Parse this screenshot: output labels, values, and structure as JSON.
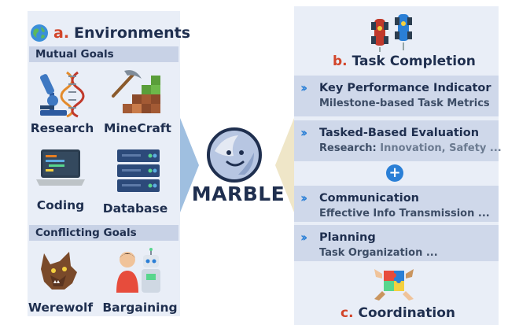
{
  "environments": {
    "letter": "a.",
    "title": "Environments",
    "mutual_goals_label": "Mutual Goals",
    "conflicting_goals_label": "Conflicting Goals",
    "items": [
      {
        "label": "Research",
        "icon": "microscope-dna-icon"
      },
      {
        "label": "MineCraft",
        "icon": "pickaxe-blocks-icon"
      },
      {
        "label": "Coding",
        "icon": "laptop-code-icon"
      },
      {
        "label": "Database",
        "icon": "server-stack-icon"
      },
      {
        "label": "Werewolf",
        "icon": "werewolf-icon"
      },
      {
        "label": "Bargaining",
        "icon": "person-robot-icon"
      }
    ]
  },
  "center": {
    "name": "MARBLE",
    "icon": "smiling-marble-logo"
  },
  "task_completion": {
    "letter": "b.",
    "title": "Task Completion",
    "icon": "race-cars-icon",
    "cards": [
      {
        "title": "Key Performance Indicator",
        "subtitle": "Milestone-based Task Metrics"
      },
      {
        "title": "Tasked-Based Evaluation",
        "subtitle_prefix": "Research:",
        "subtitle": "Innovation, Safety ..."
      }
    ]
  },
  "plus_symbol": "+",
  "coordination": {
    "letter": "c.",
    "title": "Coordination",
    "icon": "puzzle-hands-icon",
    "cards": [
      {
        "title": "Communication",
        "subtitle": "Effective Info Transmission ..."
      },
      {
        "title": "Planning",
        "subtitle": "Task Organization ..."
      }
    ]
  },
  "colors": {
    "accent_blue": "#2a7fd6",
    "accent_red": "#d2452a",
    "navy": "#1f2f4f",
    "panel": "#e9eef7"
  }
}
